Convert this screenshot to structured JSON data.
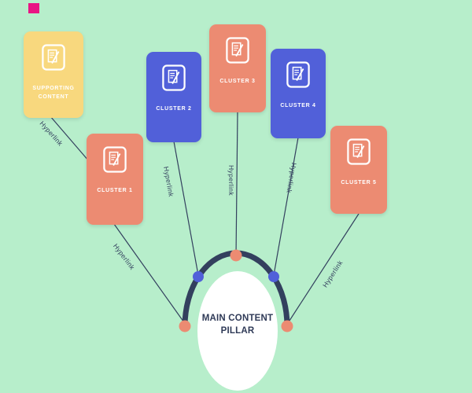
{
  "canvas": {
    "background": "#b7eecb"
  },
  "colors": {
    "salmon": "#ec8b72",
    "blue": "#5160d9",
    "yellow": "#f8d87e",
    "navy": "#33405e",
    "white": "#ffffff",
    "magenta": "#e91584"
  },
  "cards": [
    {
      "label": "SUPPORTING CONTENT",
      "color": "#f8d87e"
    },
    {
      "label": "CLUSTER 1",
      "color": "#ec8b72"
    },
    {
      "label": "CLUSTER 2",
      "color": "#5160d9"
    },
    {
      "label": "CLUSTER 3",
      "color": "#ec8b72"
    },
    {
      "label": "CLUSTER 4",
      "color": "#5160d9"
    },
    {
      "label": "CLUSTER 5",
      "color": "#ec8b72"
    }
  ],
  "pillar": {
    "label": "MAIN CONTENT PILLAR"
  },
  "links": [
    {
      "label": "Hyperlink"
    },
    {
      "label": "Hyperlink"
    },
    {
      "label": "Hyperlink"
    },
    {
      "label": "Hyperlink"
    },
    {
      "label": "Hyperlink"
    },
    {
      "label": "Hyperlink"
    }
  ]
}
